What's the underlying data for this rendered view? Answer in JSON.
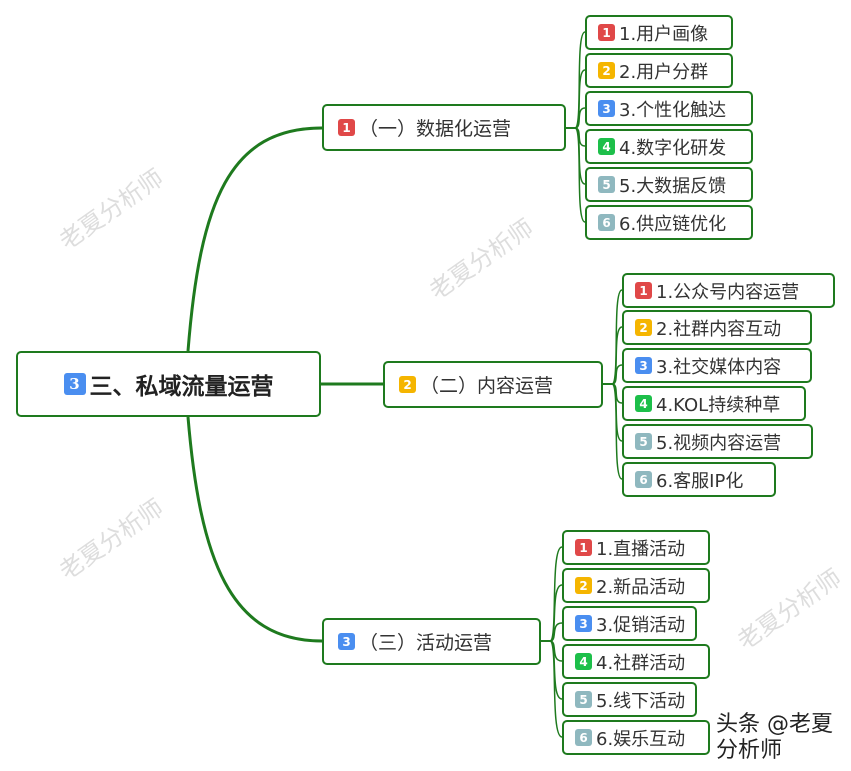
{
  "colors": {
    "line": "#1e7a1e",
    "b1": "#e04848",
    "b2": "#f5b500",
    "b3": "#4a8ef0",
    "b4": "#1dbf4a",
    "b5": "#8fb8bf",
    "b6": "#8fb8bf"
  },
  "root": {
    "badge": "3",
    "label": "三、私域流量运营"
  },
  "branches": [
    {
      "badge": "1",
      "label": "（一）数据化运营",
      "items": [
        "1.用户画像",
        "2.用户分群",
        "3.个性化触达",
        "4.数字化研发",
        "5.大数据反馈",
        "6.供应链优化"
      ]
    },
    {
      "badge": "2",
      "label": "（二）内容运营",
      "items": [
        "1.公众号内容运营",
        "2.社群内容互动",
        "3.社交媒体内容",
        "4.KOL持续种草",
        "5.视频内容运营",
        "6.客服IP化"
      ]
    },
    {
      "badge": "3",
      "label": "（三）活动运营",
      "items": [
        "1.直播活动",
        "2.新品活动",
        "3.促销活动",
        "4.社群活动",
        "5.线下活动",
        "6.娱乐互动"
      ]
    }
  ],
  "badges": [
    "1",
    "2",
    "3",
    "4",
    "5",
    "6"
  ],
  "watermark": "老夏分析师",
  "footer": "头条 @老夏分析师"
}
